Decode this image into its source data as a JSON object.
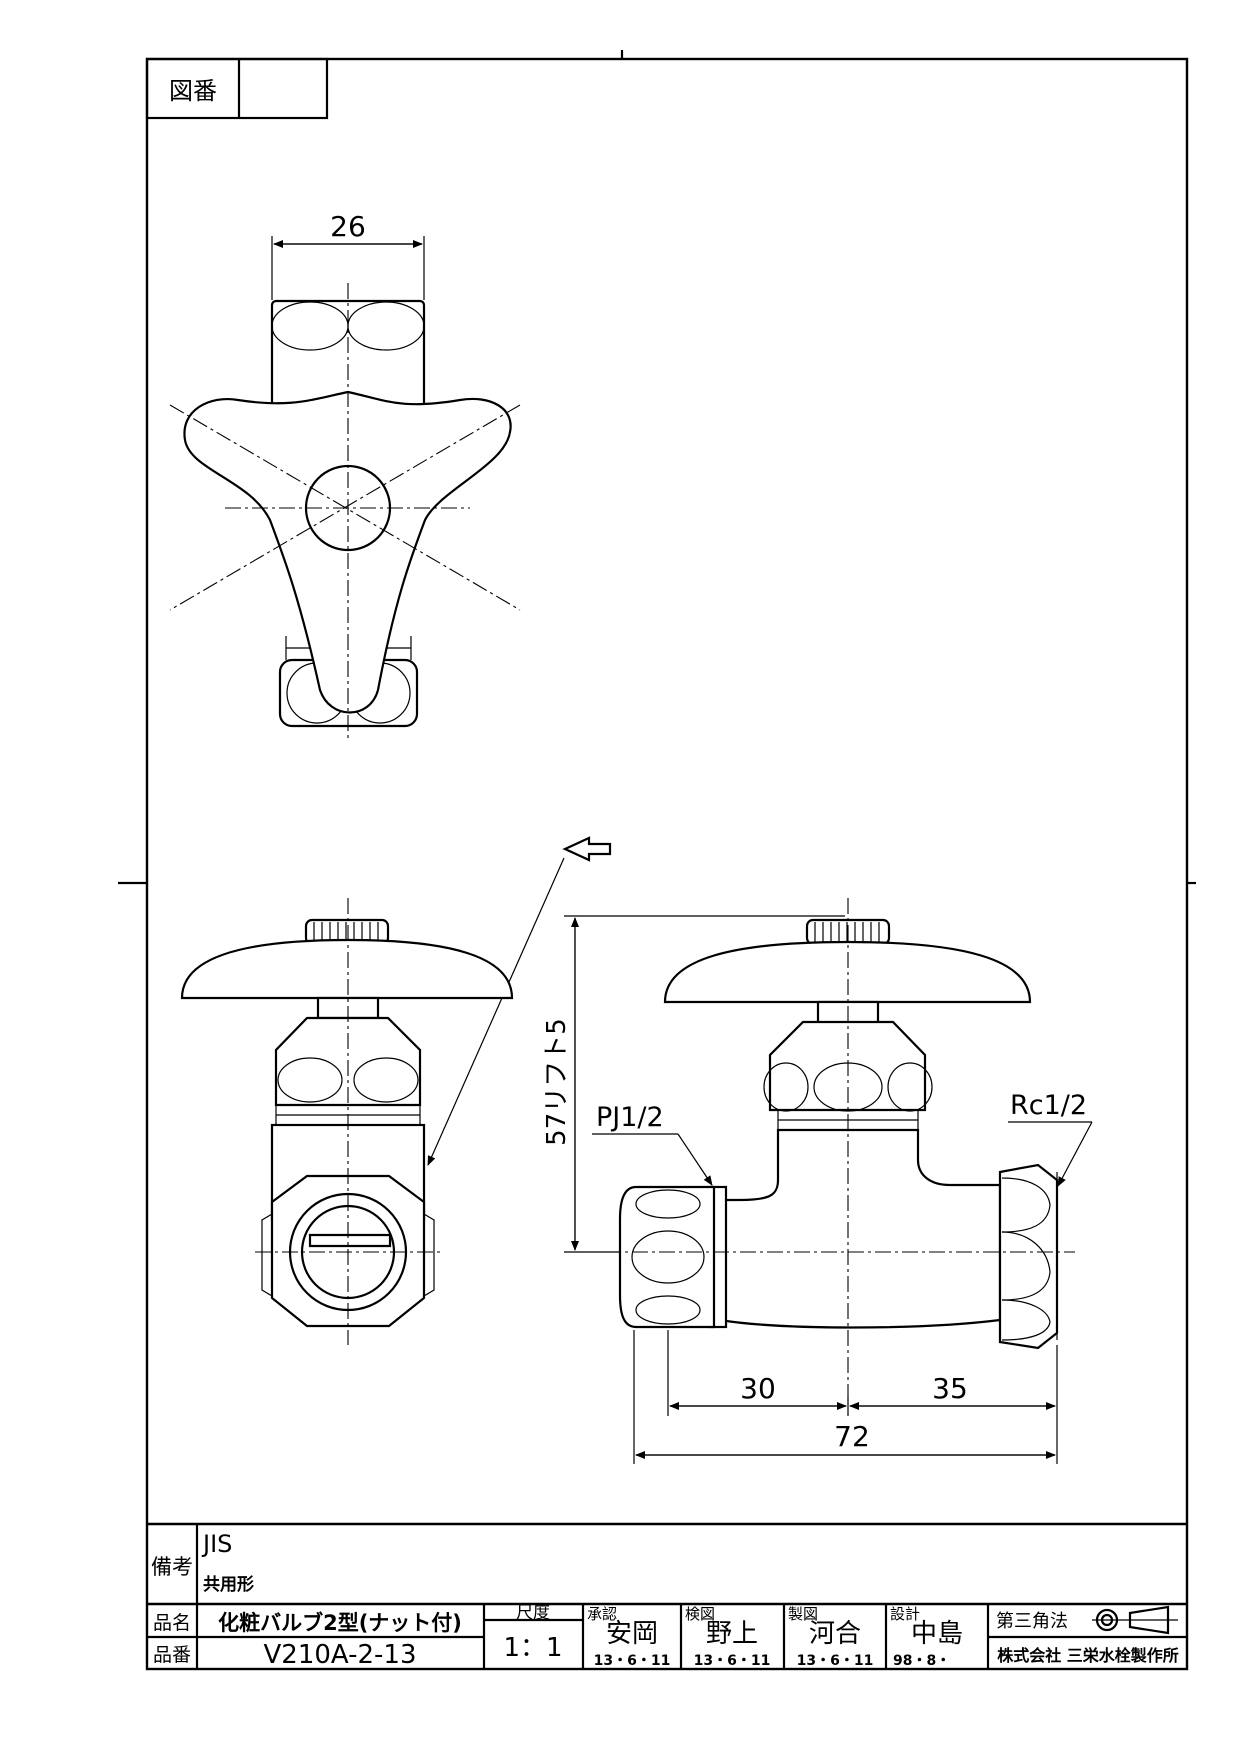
{
  "drawing_no_label": "図番",
  "drawing_no_value": "",
  "dimensions": {
    "top_width": "26",
    "height": "57リフト5",
    "inlet_thread": "PJ1/2",
    "outlet_thread": "Rc1/2",
    "len_a": "30",
    "len_b": "35",
    "len_total": "72"
  },
  "notes": {
    "label": "備考",
    "line1": "JIS",
    "line2": "共用形"
  },
  "title_block": {
    "product_name_label": "品名",
    "product_name": "化粧バルブ2型(ナット付)",
    "part_no_label": "品番",
    "part_no": "V210A-2-13",
    "scale_label": "尺度",
    "scale_value": "1：1",
    "approved_label": "承認",
    "approved_name": "安岡",
    "approved_date": "13・6・11",
    "checked_label": "検図",
    "checked_name": "野上",
    "checked_date": "13・6・11",
    "drawn_label": "製図",
    "drawn_name": "河合",
    "drawn_date": "13・6・11",
    "designed_label": "設計",
    "designed_name": "中島",
    "designed_date": "98・8・",
    "projection_label": "第三角法",
    "company": "株式会社 三栄水栓製作所"
  }
}
